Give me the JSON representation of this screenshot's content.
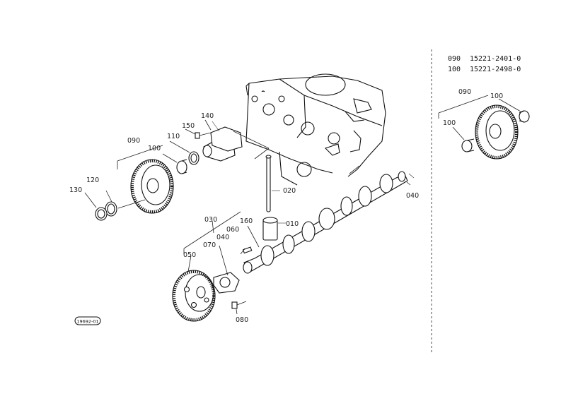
{
  "parts_table": [
    {
      "ref": "090",
      "part_no": "15221-2401-0"
    },
    {
      "ref": "100",
      "part_no": "15221-2498-0"
    }
  ],
  "callouts": {
    "c010": "010",
    "c020": "020",
    "c030": "030",
    "c040a": "040",
    "c040b": "040",
    "c050": "050",
    "c060": "060",
    "c070": "070",
    "c080": "080",
    "c090": "090",
    "c100": "100",
    "c110": "110",
    "c120": "120",
    "c130": "130",
    "c140": "140",
    "c150": "150",
    "c160": "160",
    "inset_090": "090",
    "inset_100a": "100",
    "inset_100b": "100"
  },
  "diagram_code": "19692-01"
}
